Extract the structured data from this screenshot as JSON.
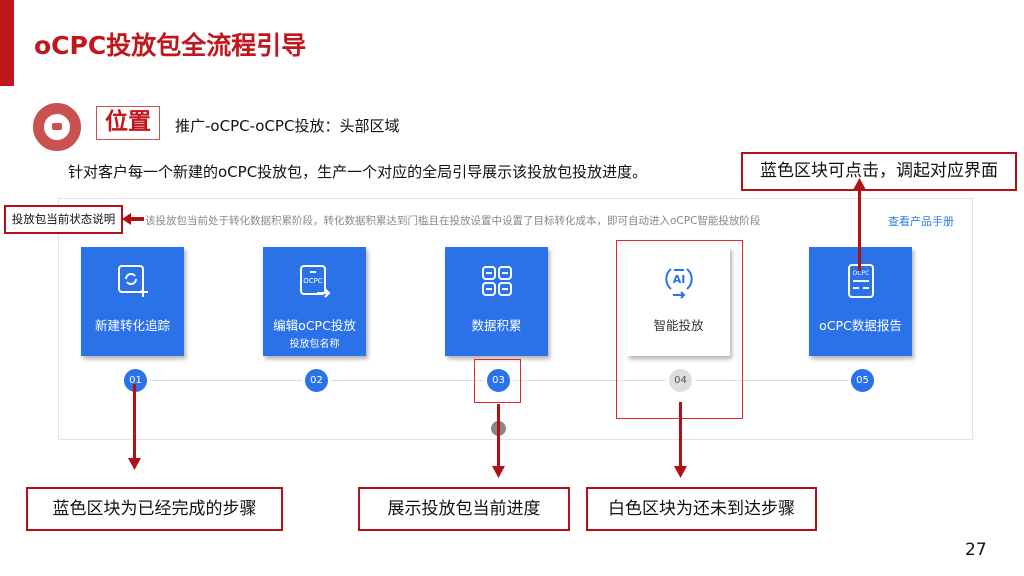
{
  "slide": {
    "title": "oCPC投放包全流程引导",
    "position_label": "位置",
    "location": "推广-oCPC-oCPC投放：头部区域",
    "description": "针对客户每一个新建的oCPC投放包，生产一个对应的全局引导展示该投放包投放进度。",
    "page_number": "27"
  },
  "callouts": {
    "clickable": "蓝色区块可点击，调起对应界面",
    "state_desc": "投放包当前状态说明",
    "completed": "蓝色区块为已经完成的步骤",
    "progress": "展示投放包当前进度",
    "not_reached": "白色区块为还未到达步骤"
  },
  "panel": {
    "tip": "该投放包当前处于转化数据积累阶段，转化数据积累达到门槛且在投放设置中设置了目标转化成本，即可自动进入oCPC智能投放阶段",
    "manual_link": "查看产品手册",
    "steps": [
      {
        "label": "新建转化追踪",
        "number": "01",
        "status": "completed"
      },
      {
        "label": "编辑oCPC投放",
        "sub": "投放包名称",
        "number": "02",
        "status": "completed"
      },
      {
        "label": "数据积累",
        "number": "03",
        "status": "current"
      },
      {
        "label": "智能投放",
        "number": "04",
        "status": "pending"
      },
      {
        "label": "oCPC数据报告",
        "number": "05",
        "status": "completed"
      }
    ]
  },
  "colors": {
    "accent_red": "#c0161c",
    "step_blue": "#2b72e8"
  }
}
